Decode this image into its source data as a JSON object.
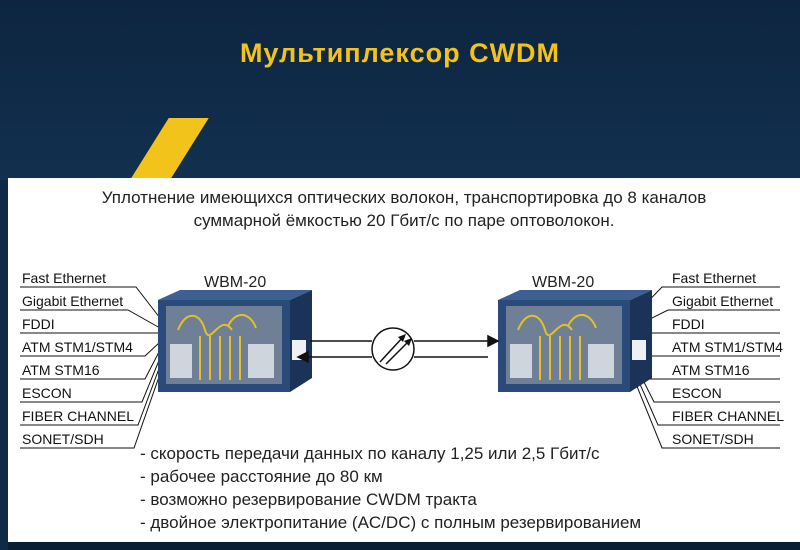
{
  "title": "Мультиплексор CWDM",
  "intro": {
    "line1": "Уплотнение имеющихся оптических волокон, транспортировка до 8 каналов",
    "line2": "суммарной ёмкостью 20 Гбит/с по паре оптоволокон."
  },
  "devices": {
    "left_label": "WBM-20",
    "right_label": "WBM-20"
  },
  "interfaces_left": [
    "Fast Ethernet",
    "Gigabit Ethernet",
    "FDDI",
    "ATM STM1/STM4",
    "ATM STM16",
    "ESCON",
    "FIBER CHANNEL",
    "SONET/SDH"
  ],
  "interfaces_right": [
    "Fast Ethernet",
    "Gigabit Ethernet",
    "FDDI",
    "ATM STM1/STM4",
    "ATM STM16",
    "ESCON",
    "FIBER CHANNEL",
    "SONET/SDH"
  ],
  "features": [
    "скорость передачи данных по каналу 1,25 или 2,5 Гбит/с",
    "рабочее расстояние до 80 км",
    "возможно резервирование CWDM тракта",
    "двойное электропитание (AC/DC) с полным резервированием"
  ],
  "colors": {
    "background": "#0f2a47",
    "accent": "#f2c31b",
    "chassis": "#2a4a7a"
  }
}
